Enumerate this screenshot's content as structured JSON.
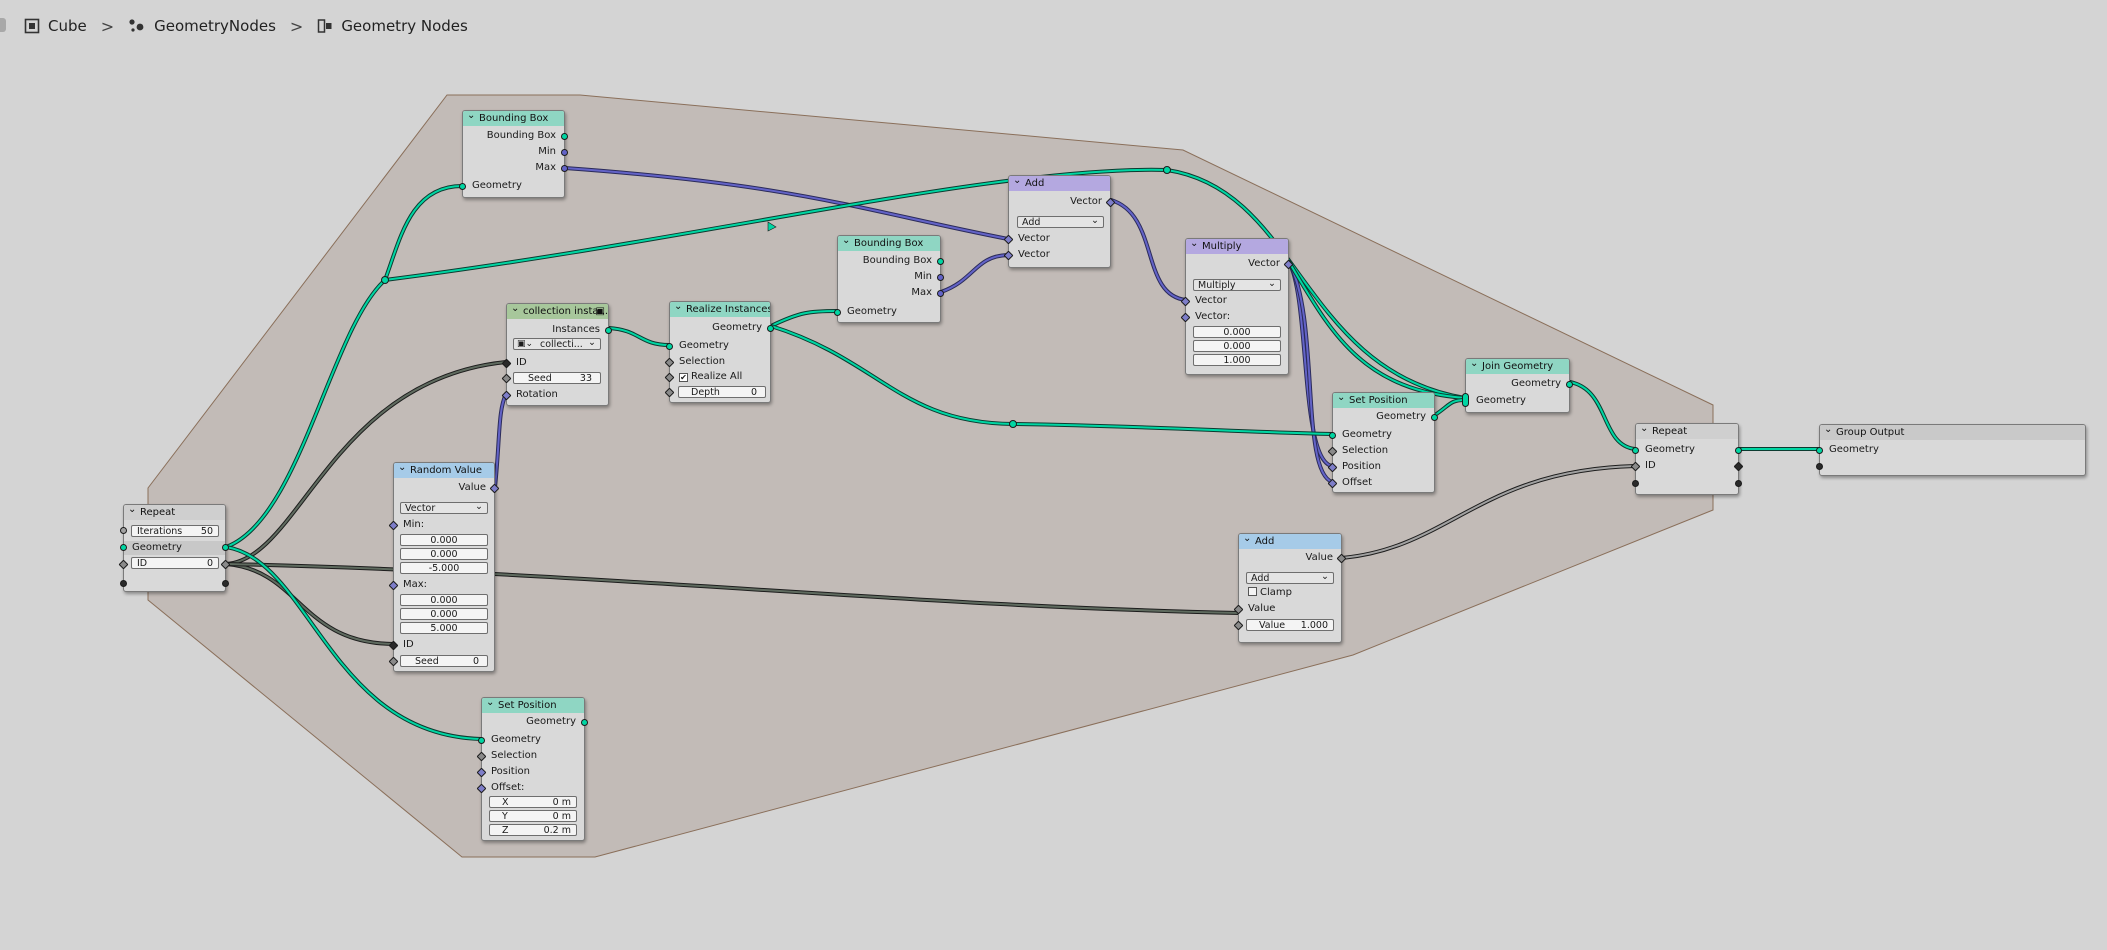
{
  "breadcrumb": {
    "object": "Cube",
    "modifier": "GeometryNodes",
    "tree": "Geometry Nodes",
    "separator": ">"
  },
  "colors": {
    "background": "#d4d4d4",
    "zone": "#c2bbb7",
    "zone_border": "#8a6f5a",
    "geometry_wire": "#00d6a3",
    "vector_wire": "#6363c7",
    "int_wire": "#5f6b5f",
    "float_wire": "#a1a1a1"
  },
  "nodes": {
    "repeat_in": {
      "title": "Repeat",
      "iterations_label": "Iterations",
      "iterations_value": "50",
      "geometry": "Geometry",
      "id_label": "ID",
      "id_value": "0"
    },
    "bbox1": {
      "title": "Bounding Box",
      "out_bbox": "Bounding Box",
      "out_min": "Min",
      "out_max": "Max",
      "in_geometry": "Geometry"
    },
    "collection": {
      "title": "collection insta...",
      "out_instances": "Instances",
      "collection_value": "collecti...",
      "id": "ID",
      "seed_label": "Seed",
      "seed_value": "33",
      "rotation": "Rotation"
    },
    "realize": {
      "title": "Realize Instances",
      "out_geometry": "Geometry",
      "in_geometry": "Geometry",
      "selection": "Selection",
      "realize_all": "Realize All",
      "depth_label": "Depth",
      "depth_value": "0"
    },
    "bbox2": {
      "title": "Bounding Box",
      "out_bbox": "Bounding Box",
      "out_min": "Min",
      "out_max": "Max",
      "in_geometry": "Geometry"
    },
    "add_vec": {
      "title": "Add",
      "out_vector": "Vector",
      "operation": "Add",
      "in_vector1": "Vector",
      "in_vector2": "Vector"
    },
    "multiply": {
      "title": "Multiply",
      "out_vector": "Vector",
      "operation": "Multiply",
      "in_vector": "Vector",
      "in_vector2": "Vector:",
      "x": "0.000",
      "y": "0.000",
      "z": "1.000"
    },
    "random": {
      "title": "Random Value",
      "out_value": "Value",
      "type": "Vector",
      "min_label": "Min:",
      "min_x": "0.000",
      "min_y": "0.000",
      "min_z": "-5.000",
      "max_label": "Max:",
      "max_x": "0.000",
      "max_y": "0.000",
      "max_z": "5.000",
      "id": "ID",
      "seed_label": "Seed",
      "seed_value": "0"
    },
    "setpos1": {
      "title": "Set Position",
      "out_geometry": "Geometry",
      "in_geometry": "Geometry",
      "selection": "Selection",
      "position": "Position",
      "offset": "Offset"
    },
    "join": {
      "title": "Join Geometry",
      "out_geometry": "Geometry",
      "in_geometry": "Geometry"
    },
    "add_float": {
      "title": "Add",
      "out_value": "Value",
      "operation": "Add",
      "clamp": "Clamp",
      "in_value": "Value",
      "value_label": "Value",
      "value_value": "1.000"
    },
    "setpos2": {
      "title": "Set Position",
      "out_geometry": "Geometry",
      "in_geometry": "Geometry",
      "selection": "Selection",
      "position": "Position",
      "offset_label": "Offset:",
      "x_label": "X",
      "x_value": "0 m",
      "y_label": "Y",
      "y_value": "0 m",
      "z_label": "Z",
      "z_value": "0.2 m"
    },
    "repeat_out": {
      "title": "Repeat",
      "geometry": "Geometry",
      "id": "ID"
    },
    "group_output": {
      "title": "Group Output",
      "geometry": "Geometry"
    }
  }
}
